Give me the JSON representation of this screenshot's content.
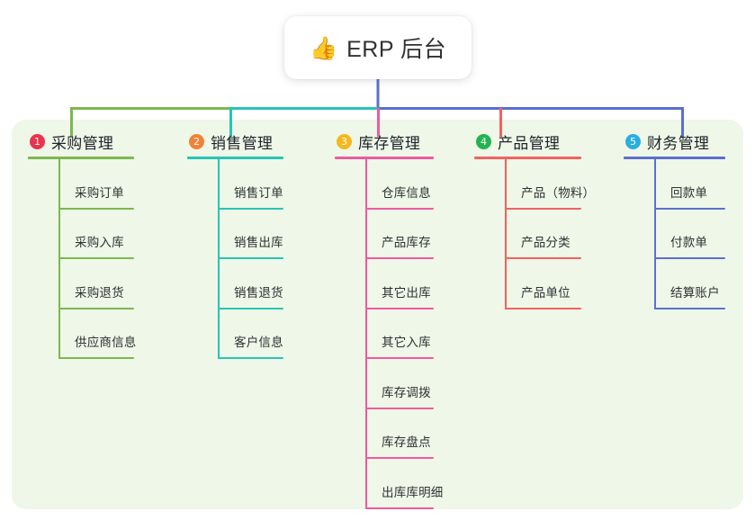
{
  "diagram": {
    "type": "mind-map",
    "root": {
      "icon": "thumbs-up-emoji",
      "icon_glyph": "👍",
      "label": "ERP 后台"
    },
    "panel_color": "#eef7e8",
    "branches": [
      {
        "index": "1",
        "title": "采购管理",
        "badge_color": "#e8344e",
        "line_color": "#7cb84f",
        "items": [
          "采购订单",
          "采购入库",
          "采购退货",
          "供应商信息"
        ]
      },
      {
        "index": "2",
        "title": "销售管理",
        "badge_color": "#f08236",
        "line_color": "#27c5b4",
        "items": [
          "销售订单",
          "销售出库",
          "销售退货",
          "客户信息"
        ]
      },
      {
        "index": "3",
        "title": "库存管理",
        "badge_color": "#f5b820",
        "line_color": "#ef5aa0",
        "items": [
          "仓库信息",
          "产品库存",
          "其它出库",
          "其它入库",
          "库存调拨",
          "库存盘点",
          "出库库明细"
        ]
      },
      {
        "index": "4",
        "title": "产品管理",
        "badge_color": "#22b352",
        "line_color": "#f4615f",
        "items": [
          "产品（物料）",
          "产品分类",
          "产品单位"
        ]
      },
      {
        "index": "5",
        "title": "财务管理",
        "badge_color": "#29aee0",
        "line_color": "#5b6fd0",
        "items": [
          "回款单",
          "付款单",
          "结算账户"
        ]
      }
    ]
  }
}
